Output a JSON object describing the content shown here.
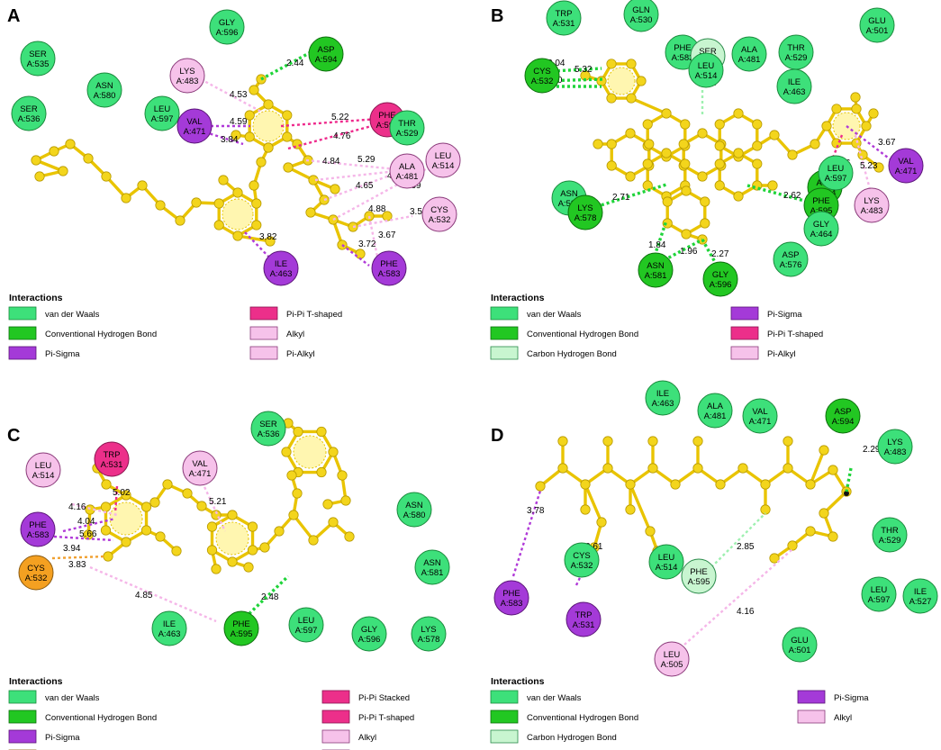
{
  "colors": {
    "vdw": "#3de07a",
    "hbond": "#22c722",
    "ch_bond": "#c8f5d0",
    "pi_sigma": "#a43ad8",
    "pi_t": "#ec2f8a",
    "pi_stacked": "#ec2f8a",
    "alkyl": "#f6c2ea",
    "pi_alkyl": "#f6c2ea",
    "pi_sulfur": "#f4a021",
    "ligand": "#f3d51c"
  },
  "panels": [
    {
      "letter": "A",
      "legend_title": "Interactions",
      "legend": [
        {
          "label": "van der Waals",
          "type": "vdw"
        },
        {
          "label": "Conventional Hydrogen Bond",
          "type": "hbond"
        },
        {
          "label": "Pi-Sigma",
          "type": "pi_sigma"
        },
        {
          "label": "Pi-Pi T-shaped",
          "type": "pi_t"
        },
        {
          "label": "Alkyl",
          "type": "alkyl"
        },
        {
          "label": "Pi-Alkyl",
          "type": "pi_alkyl"
        }
      ],
      "residues": [
        {
          "name": "GLY",
          "id": "A:596",
          "type": "vdw"
        },
        {
          "name": "SER",
          "id": "A:535",
          "type": "vdw"
        },
        {
          "name": "ASP",
          "id": "A:594",
          "type": "hbond"
        },
        {
          "name": "LYS",
          "id": "A:483",
          "type": "alkyl"
        },
        {
          "name": "ASN",
          "id": "A:580",
          "type": "vdw"
        },
        {
          "name": "SER",
          "id": "A:536",
          "type": "vdw"
        },
        {
          "name": "LEU",
          "id": "A:597",
          "type": "vdw"
        },
        {
          "name": "VAL",
          "id": "A:471",
          "type": "pi_sigma"
        },
        {
          "name": "PHE",
          "id": "A:595",
          "type": "pi_t"
        },
        {
          "name": "THR",
          "id": "A:529",
          "type": "vdw"
        },
        {
          "name": "LEU",
          "id": "A:514",
          "type": "alkyl"
        },
        {
          "name": "ALA",
          "id": "A:481",
          "type": "alkyl"
        },
        {
          "name": "CYS",
          "id": "A:532",
          "type": "alkyl"
        },
        {
          "name": "ILE",
          "id": "A:463",
          "type": "pi_sigma"
        },
        {
          "name": "PHE",
          "id": "A:583",
          "type": "pi_sigma"
        }
      ],
      "distances": [
        "2.44",
        "4.53",
        "4.59",
        "5.22",
        "3.84",
        "4.76",
        "4.84",
        "5.29",
        "4.65",
        "4.28",
        "4.39",
        "4.88",
        "3.51",
        "3.67",
        "3.72",
        "3.82"
      ]
    },
    {
      "letter": "B",
      "legend_title": "Interactions",
      "legend": [
        {
          "label": "van der Waals",
          "type": "vdw"
        },
        {
          "label": "Conventional Hydrogen Bond",
          "type": "hbond"
        },
        {
          "label": "Carbon Hydrogen Bond",
          "type": "ch_bond"
        },
        {
          "label": "Pi-Sigma",
          "type": "pi_sigma"
        },
        {
          "label": "Pi-Pi T-shaped",
          "type": "pi_t"
        },
        {
          "label": "Pi-Alkyl",
          "type": "pi_alkyl"
        }
      ],
      "residues": [
        {
          "name": "TRP",
          "id": "A:531",
          "type": "vdw"
        },
        {
          "name": "GLN",
          "id": "A:530",
          "type": "vdw"
        },
        {
          "name": "GLU",
          "id": "A:501",
          "type": "vdw"
        },
        {
          "name": "PHE",
          "id": "A:583",
          "type": "vdw"
        },
        {
          "name": "SER",
          "id": "A:536",
          "type": "ch_bond"
        },
        {
          "name": "ALA",
          "id": "A:481",
          "type": "vdw"
        },
        {
          "name": "THR",
          "id": "A:529",
          "type": "vdw"
        },
        {
          "name": "CYS",
          "id": "A:532",
          "type": "hbond"
        },
        {
          "name": "LEU",
          "id": "A:514",
          "type": "vdw"
        },
        {
          "name": "ILE",
          "id": "A:463",
          "type": "vdw"
        },
        {
          "name": "VAL",
          "id": "A:471",
          "type": "pi_sigma"
        },
        {
          "name": "ASN",
          "id": "A:580",
          "type": "vdw"
        },
        {
          "name": "LYS",
          "id": "A:578",
          "type": "hbond"
        },
        {
          "name": "ASP",
          "id": "A:594",
          "type": "hbond"
        },
        {
          "name": "LEU",
          "id": "A:597",
          "type": "vdw"
        },
        {
          "name": "PHE",
          "id": "A:595",
          "type": "hbond"
        },
        {
          "name": "LYS",
          "id": "A:483",
          "type": "pi_alkyl"
        },
        {
          "name": "GLY",
          "id": "A:464",
          "type": "vdw"
        },
        {
          "name": "ASN",
          "id": "A:581",
          "type": "hbond"
        },
        {
          "name": "GLY",
          "id": "A:596",
          "type": "hbond"
        },
        {
          "name": "ASP",
          "id": "A:576",
          "type": "vdw"
        }
      ],
      "distances": [
        "2.04",
        "5.32",
        "2.20",
        "1.67",
        "3.67",
        "5.23",
        "4.86",
        "2.71",
        "2.62",
        "1.84",
        "1.96",
        "2.27"
      ]
    },
    {
      "letter": "C",
      "legend_title": "Interactions",
      "legend": [
        {
          "label": "van der Waals",
          "type": "vdw"
        },
        {
          "label": "Conventional Hydrogen Bond",
          "type": "hbond"
        },
        {
          "label": "Pi-Sigma",
          "type": "pi_sigma"
        },
        {
          "label": "Pi-Sulfur",
          "type": "pi_sulfur"
        },
        {
          "label": "Pi-Pi Stacked",
          "type": "pi_stacked"
        },
        {
          "label": "Pi-Pi T-shaped",
          "type": "pi_t"
        },
        {
          "label": "Alkyl",
          "type": "alkyl"
        },
        {
          "label": "Pi-Alkyl",
          "type": "pi_alkyl"
        }
      ],
      "residues": [
        {
          "name": "SER",
          "id": "A:536",
          "type": "vdw"
        },
        {
          "name": "LEU",
          "id": "A:514",
          "type": "alkyl"
        },
        {
          "name": "TRP",
          "id": "A:531",
          "type": "pi_t"
        },
        {
          "name": "VAL",
          "id": "A:471",
          "type": "alkyl"
        },
        {
          "name": "ASN",
          "id": "A:580",
          "type": "vdw"
        },
        {
          "name": "PHE",
          "id": "A:583",
          "type": "pi_sigma"
        },
        {
          "name": "ASN",
          "id": "A:581",
          "type": "vdw"
        },
        {
          "name": "CYS",
          "id": "A:532",
          "type": "pi_sulfur"
        },
        {
          "name": "ILE",
          "id": "A:463",
          "type": "vdw"
        },
        {
          "name": "PHE",
          "id": "A:595",
          "type": "hbond"
        },
        {
          "name": "LEU",
          "id": "A:597",
          "type": "vdw"
        },
        {
          "name": "GLY",
          "id": "A:596",
          "type": "vdw"
        },
        {
          "name": "LYS",
          "id": "A:578",
          "type": "vdw"
        }
      ],
      "distances": [
        "5.02",
        "5.21",
        "4.16",
        "4.04",
        "5.66",
        "3.94",
        "3.83",
        "4.85",
        "2.48"
      ]
    },
    {
      "letter": "D",
      "legend_title": "Interactions",
      "legend": [
        {
          "label": "van der Waals",
          "type": "vdw"
        },
        {
          "label": "Conventional Hydrogen Bond",
          "type": "hbond"
        },
        {
          "label": "Carbon Hydrogen Bond",
          "type": "ch_bond"
        },
        {
          "label": "Pi-Sigma",
          "type": "pi_sigma"
        },
        {
          "label": "Alkyl",
          "type": "alkyl"
        }
      ],
      "residues": [
        {
          "name": "ILE",
          "id": "A:463",
          "type": "vdw"
        },
        {
          "name": "ALA",
          "id": "A:481",
          "type": "vdw"
        },
        {
          "name": "VAL",
          "id": "A:471",
          "type": "vdw"
        },
        {
          "name": "ASP",
          "id": "A:594",
          "type": "hbond"
        },
        {
          "name": "LYS",
          "id": "A:483",
          "type": "vdw"
        },
        {
          "name": "CYS",
          "id": "A:532",
          "type": "vdw"
        },
        {
          "name": "LEU",
          "id": "A:514",
          "type": "vdw"
        },
        {
          "name": "THR",
          "id": "A:529",
          "type": "vdw"
        },
        {
          "name": "PHE",
          "id": "A:583",
          "type": "pi_sigma"
        },
        {
          "name": "PHE",
          "id": "A:595",
          "type": "ch_bond"
        },
        {
          "name": "TRP",
          "id": "A:531",
          "type": "pi_sigma"
        },
        {
          "name": "LEU",
          "id": "A:597",
          "type": "vdw"
        },
        {
          "name": "ILE",
          "id": "A:527",
          "type": "vdw"
        },
        {
          "name": "GLU",
          "id": "A:501",
          "type": "vdw"
        },
        {
          "name": "LEU",
          "id": "A:505",
          "type": "alkyl"
        }
      ],
      "distances": [
        "2.29",
        "3.78",
        "3.61",
        "2.85",
        "4.16"
      ]
    }
  ]
}
